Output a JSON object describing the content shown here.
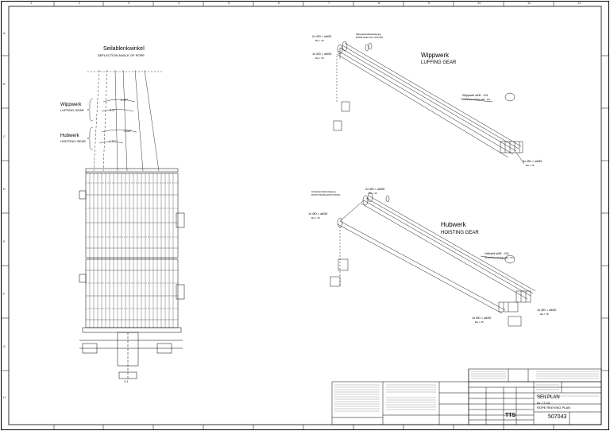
{
  "border": {
    "top_ticks": [
      "1",
      "2",
      "3",
      "4",
      "5",
      "6",
      "7",
      "8",
      "9",
      "10",
      "11",
      "12"
    ],
    "side_ticks": [
      "A",
      "B",
      "C",
      "D",
      "E",
      "F",
      "G",
      "H"
    ]
  },
  "deflection": {
    "title_de": "Seilablenkwinkel",
    "title_en": "DEFLECTION ANGLE OF ROPE",
    "luffing_de": "Wippwerk",
    "luffing_en": "LUFFING GEAR",
    "hoisting_de": "Hubwerk",
    "hoisting_en": "HOISTING GEAR",
    "angle_1": "2.37°",
    "angle_2": "3.5°",
    "angle_3": "3.63°",
    "angle_4": "1.77°",
    "bottom_label": "1.1"
  },
  "luffing": {
    "title_de": "Wippwerk",
    "title_en": "LUFFING GEAR",
    "sheave_top": "2x Ø0 = ø630",
    "sheave_top_sub": "Ra = 15",
    "sheave_left": "1x Ø0 = ø630",
    "sheave_left_sub": "Ra = 15",
    "note_top_1": "Wippseilendbefestigung",
    "note_top_2": "ROPE END OF LUFFING",
    "rope_label_1": "Wippseil ø28 - 2/4",
    "rope_label_2": "LUFFING ROPE ø28 - 2/4",
    "sheave_bottom": "3x Ø0 = ø630",
    "sheave_bottom_sub": "Ra = 15"
  },
  "hoisting": {
    "title_de": "Hubwerk",
    "title_en": "HOISTING GEAR",
    "note_1": "Hubseilendbefestigung",
    "note_2": "HOIST ROPE END FIXING",
    "sheave_top": "2x Ø0 = ø630",
    "sheave_top_sub": "Ra = 15",
    "sheave_left": "1x Ø0 = ø630",
    "sheave_left_sub": "Ra = 15",
    "rope_label_1": "Hubseil ø28 - 2/4",
    "rope_label_2": "HOISTING ROPE ø28 - 2/4",
    "sheave_bottom_left": "1x Ø0 = ø630",
    "sheave_bottom_left_sub": "Ra = 15",
    "sheave_bottom_right": "1x Ø0 = ø630",
    "sheave_bottom_right_sub": "Ra = 15"
  },
  "title_block": {
    "drawing_title": "SEILPLAN",
    "line_2": "AL 17-24",
    "line_3": "ROPE REEVING PLAN",
    "number": "507043",
    "logo": "TTS"
  }
}
